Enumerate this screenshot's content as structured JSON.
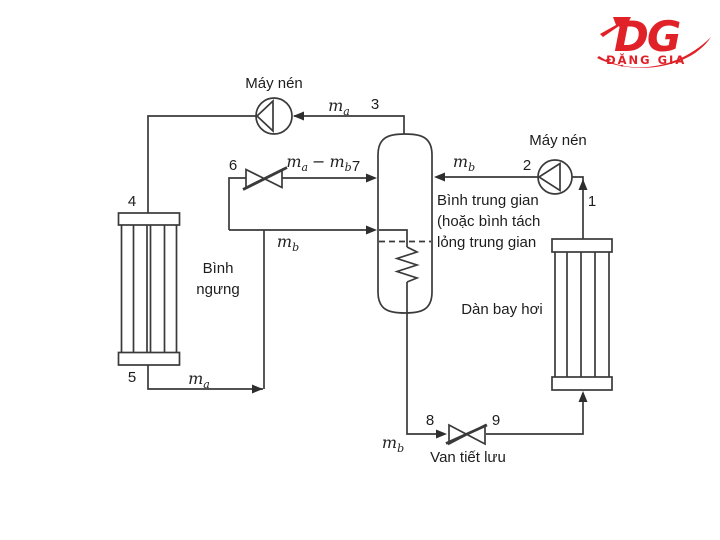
{
  "page": {
    "background_color": "#ffffff"
  },
  "logo": {
    "monogram": "DG",
    "company": "ĐẶNG GIA",
    "color": "#e02128"
  },
  "diagram": {
    "line_color": "#3a3a3a",
    "components": {
      "compressor_top": {
        "label": "Máy nén"
      },
      "compressor_right": {
        "label": "Máy nén"
      },
      "condenser": {
        "label_line1": "Bình",
        "label_line2": "ngưng"
      },
      "evaporator": {
        "label": "Dàn bay hơi"
      },
      "intermediate_vessel": {
        "label_line1": "Bình trung gian",
        "label_line2": "(hoặc bình tách",
        "label_line3": "lỏng trung gian"
      },
      "throttle_valve": {
        "label": "Van tiết lưu"
      }
    },
    "state_points": {
      "p1": "1",
      "p2": "2",
      "p3": "3",
      "p4": "4",
      "p5": "5",
      "p6": "6",
      "p7": "7",
      "p8": "8",
      "p9": "9"
    },
    "flow_labels": {
      "m_base": "m",
      "sub_a": "a",
      "sub_b": "b",
      "minus": "−"
    }
  }
}
